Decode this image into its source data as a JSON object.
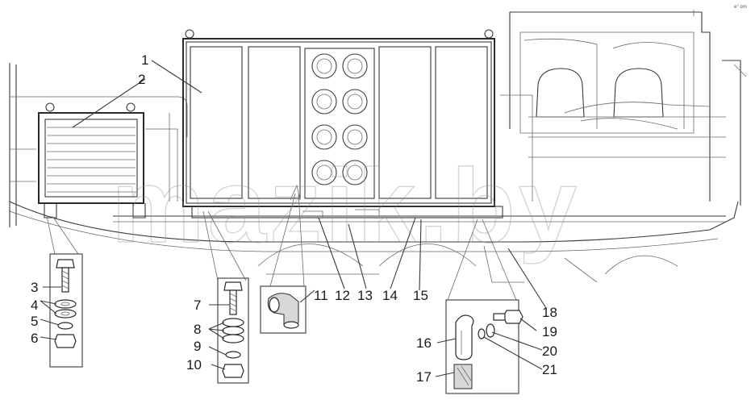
{
  "watermark": "mazik.by",
  "corner_mark": "e° om",
  "callouts": [
    "1",
    "2",
    "3",
    "4",
    "5",
    "6",
    "7",
    "8",
    "9",
    "10",
    "11",
    "12",
    "13",
    "14",
    "15",
    "16",
    "17",
    "18",
    "19",
    "20",
    "21"
  ]
}
